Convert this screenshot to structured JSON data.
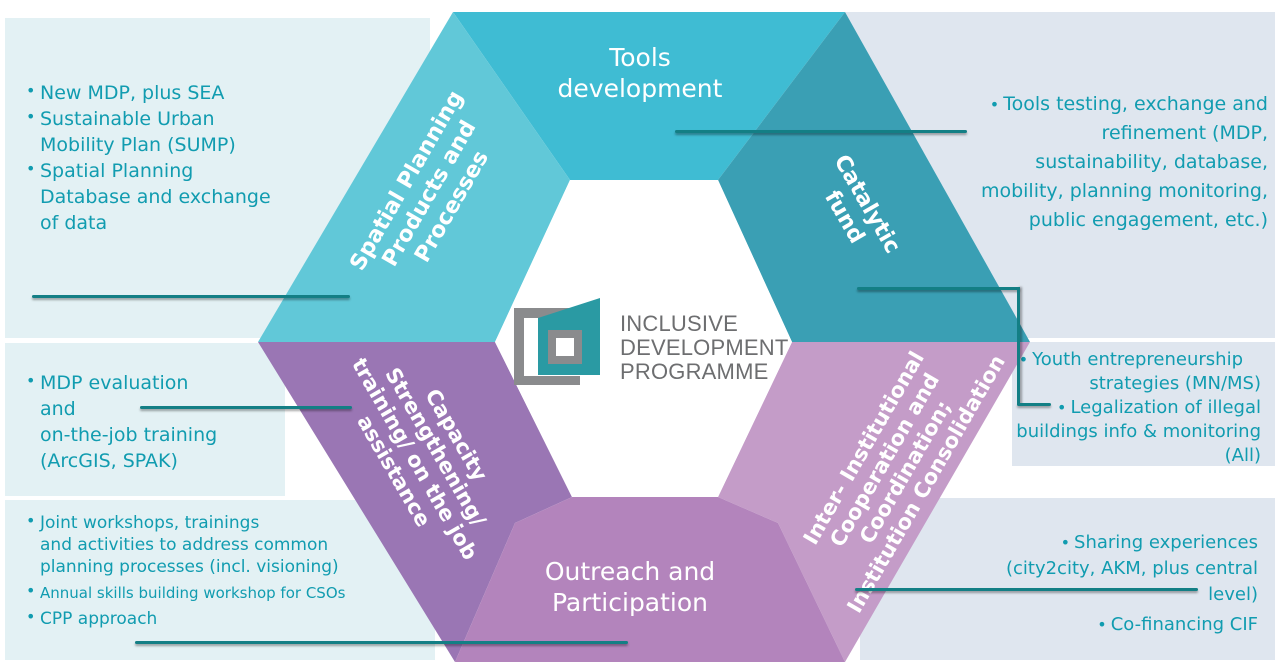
{
  "diagram": {
    "segments": {
      "tools_development": "Tools\ndevelopment",
      "catalytic_fund": "Catalytic\nfund",
      "spatial_planning": "Spatial Planning\nProducts and\nProcesses",
      "capacity": "Capacity\nStrengthening/\ntraining/ on the job\nassistance",
      "inter_institutional": "Inter- Institutional\nCooperation and\nCoordination;\nInstitution Consolidation",
      "outreach": "Outreach and\nParticipation"
    },
    "logo_text": [
      "INCLUSIVE",
      "DEVELOPMENT",
      "PROGRAMME"
    ],
    "colors": {
      "tools": "#3fbcd3",
      "catalytic": "#3a9fb4",
      "spatial": "#61c8d8",
      "capacity": "#9a76b4",
      "inter": "#c49cc8",
      "outreach": "#b384bc",
      "text_teal": "#119cb0",
      "connector": "#137f85"
    }
  },
  "panels": {
    "top_left": {
      "items": [
        {
          "bullet": "New MDP, plus SEA"
        },
        {
          "bullet": "Sustainable Urban",
          "cont": "Mobility Plan (SUMP)"
        },
        {
          "bullet": "Spatial Planning",
          "cont1": "Database and exchange",
          "cont2": "of data"
        }
      ]
    },
    "top_right": {
      "lines": [
        "Tools testing, exchange and",
        "refinement (MDP,",
        "sustainability, database,",
        "mobility, planning monitoring,",
        "public engagement, etc.)"
      ]
    },
    "mid_left": {
      "lines": [
        "MDP evaluation",
        "and",
        "on-the-job training",
        "(ArcGIS, SPAK)"
      ]
    },
    "mid_right": {
      "lines": [
        "Youth entrepreneurship",
        "strategies (MN/MS)",
        "Legalization of illegal",
        "buildings info & monitoring",
        "(All)"
      ]
    },
    "bottom_left": {
      "lines": [
        "Joint workshops, trainings",
        "and activities to address common",
        "planning processes (incl. visioning)",
        "Annual skills building workshop for CSOs",
        "CPP approach"
      ]
    },
    "bottom_right": {
      "lines": [
        "Sharing experiences",
        "(city2city, AKM, plus central",
        "level)",
        "Co-financing CIF"
      ]
    }
  }
}
